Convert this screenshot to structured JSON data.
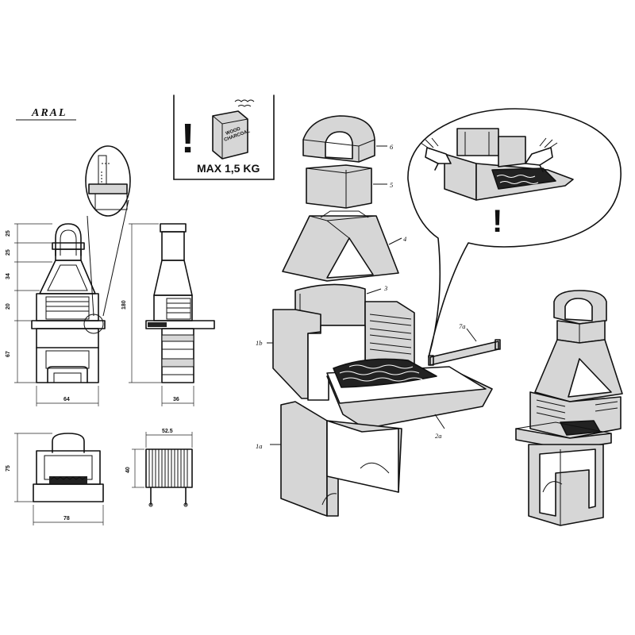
{
  "title": "ARAL",
  "warning": {
    "symbol": "!",
    "bag_text": [
      "WOOD",
      "CHARCOAL"
    ],
    "max_load": "MAX 1,5 KG"
  },
  "front_dims": [
    "25",
    "25",
    "34",
    "20",
    "67"
  ],
  "height_dim": "180",
  "width_front": "64",
  "width_side": "36",
  "plan_dims": {
    "depth": "75",
    "width": "78"
  },
  "grill_dims": {
    "width": "52.5",
    "height": "40"
  },
  "part_labels": {
    "p6": "6",
    "p5": "5",
    "p4": "4",
    "p3": "3",
    "p1b": "1b",
    "p1a": "1a",
    "p2a": "2a",
    "p7a": "7a"
  },
  "detail_warning": "!"
}
